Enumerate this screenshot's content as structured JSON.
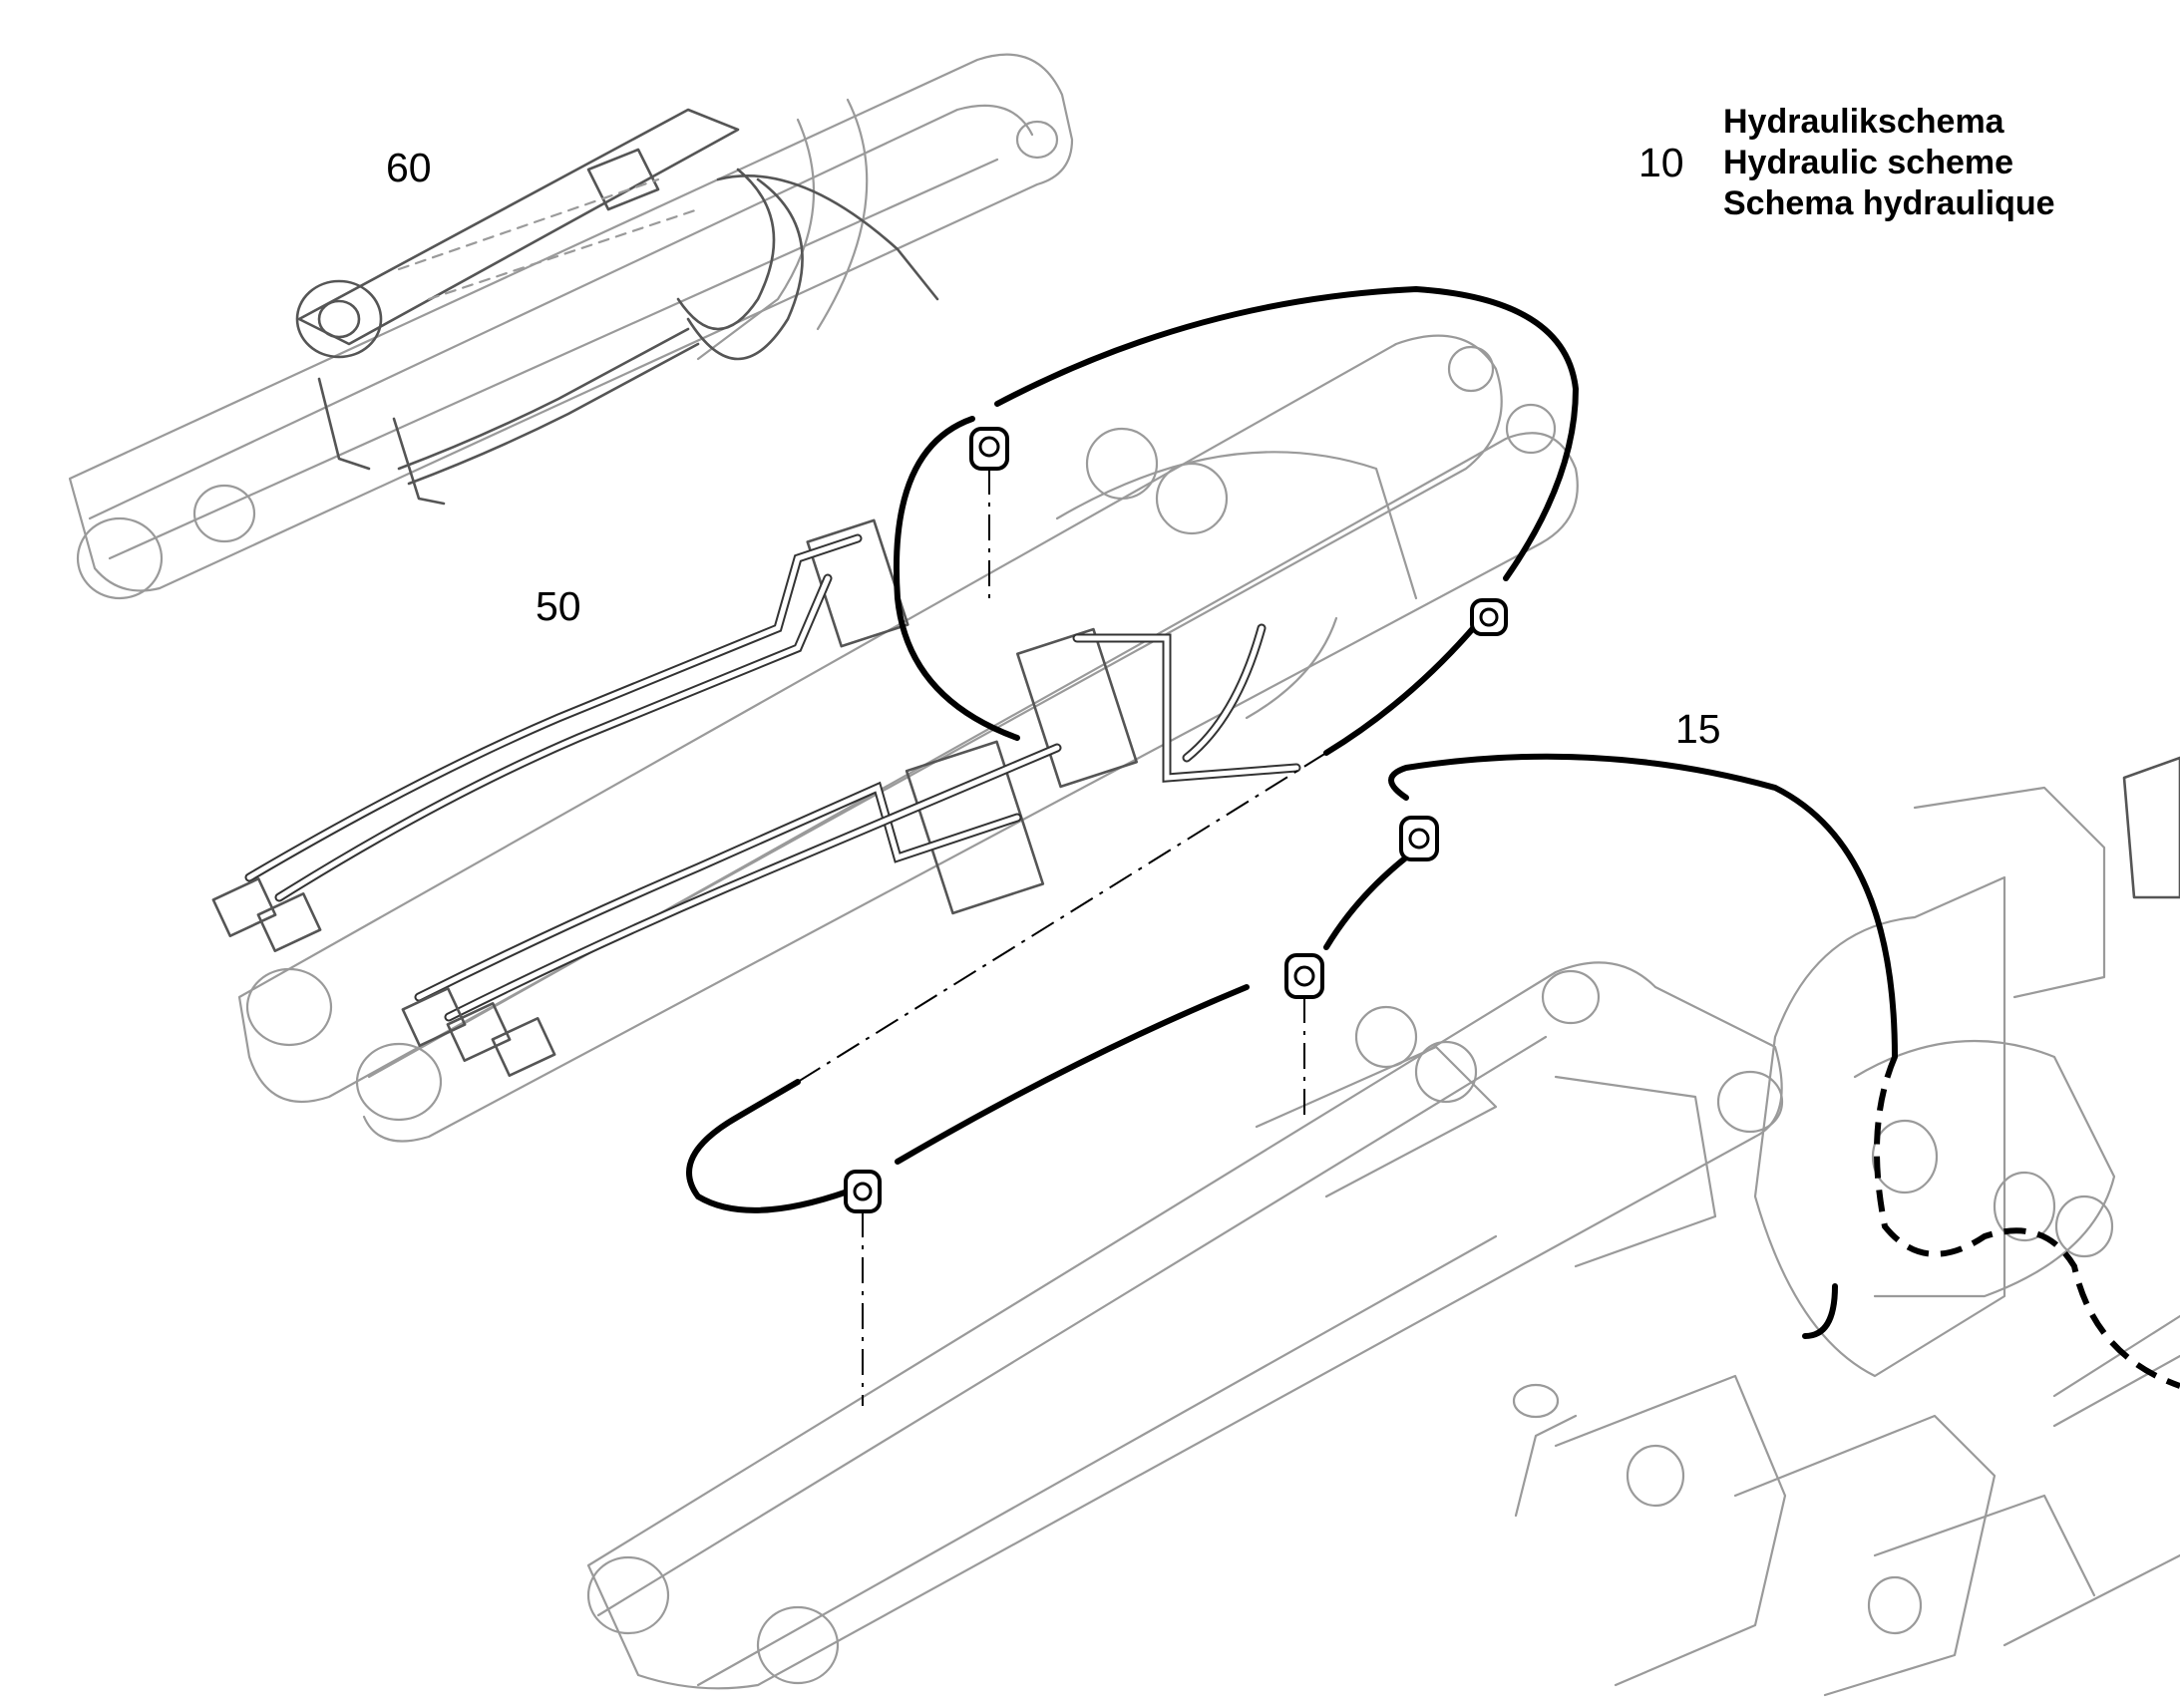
{
  "legend": {
    "number": "10",
    "lines": [
      "Hydraulikschema",
      "Hydraulic scheme",
      "Schema hydraulique"
    ]
  },
  "callouts": {
    "c60": "60",
    "c50": "50",
    "c15": "15"
  }
}
